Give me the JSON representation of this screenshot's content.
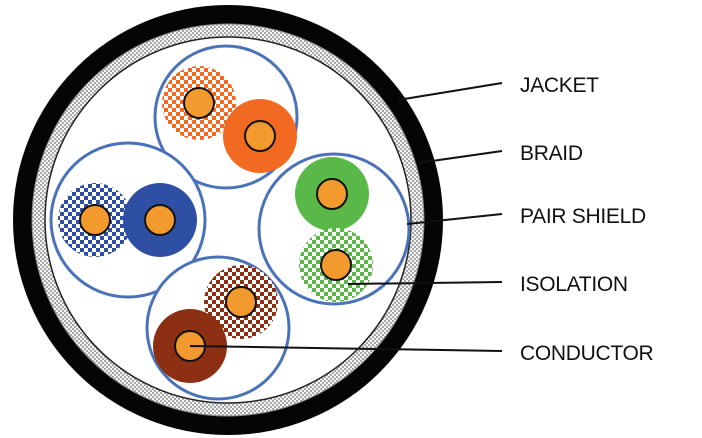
{
  "labels": {
    "jacket": "JACKET",
    "braid": "BRAID",
    "pair_shield": "PAIR SHIELD",
    "isolation": "ISOLATION",
    "conductor": "CONDUCTOR"
  },
  "colors": {
    "jacket": "#050505",
    "braid": "#c9c9c9",
    "shield": "#4a72b8",
    "conductor": "#f29a2e",
    "orange": "#f26a22",
    "blue": "#2e4fa3",
    "green": "#5ab848",
    "brown": "#8c2f12"
  },
  "pairs": [
    {
      "name": "orange-pair",
      "solid_color": "#f26a22",
      "stripe_color": "#f26a22"
    },
    {
      "name": "blue-pair",
      "solid_color": "#2e4fa3",
      "stripe_color": "#2e4fa3"
    },
    {
      "name": "green-pair",
      "solid_color": "#5ab848",
      "stripe_color": "#5ab848"
    },
    {
      "name": "brown-pair",
      "solid_color": "#8c2f12",
      "stripe_color": "#8c2f12"
    }
  ]
}
